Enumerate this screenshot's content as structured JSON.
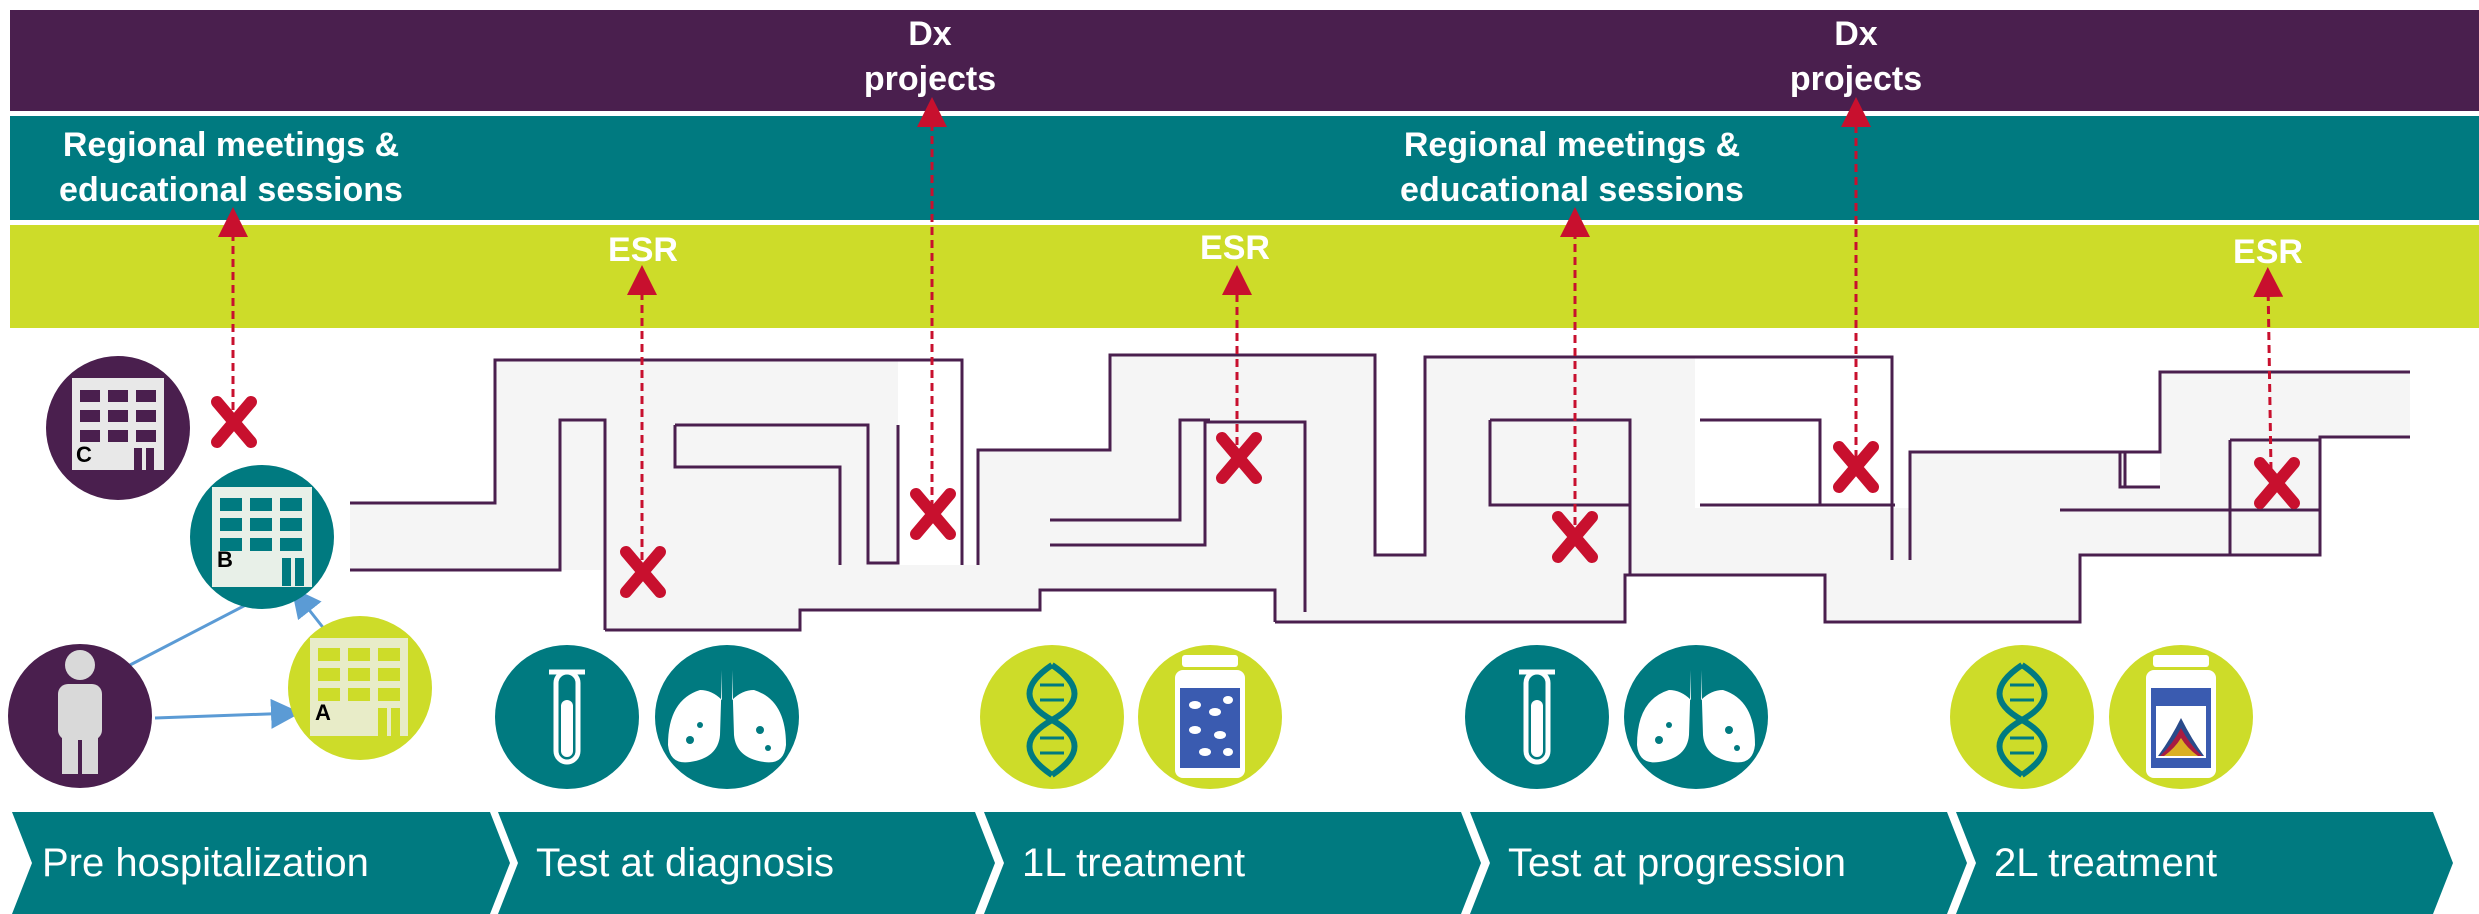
{
  "bands": {
    "dx_label_1": "Dx\nprojects",
    "dx_label_2": "Dx\nprojects",
    "regional_label_1": "Regional meetings &\neducational sessions",
    "regional_label_2": "Regional meetings &\neducational sessions",
    "esr_label_1": "ESR",
    "esr_label_2": "ESR",
    "esr_label_3": "ESR"
  },
  "hospitals": {
    "a": "A",
    "b": "B",
    "c": "C"
  },
  "stages": [
    {
      "label": "Pre hospitalization"
    },
    {
      "label": "Test at diagnosis"
    },
    {
      "label": "1L treatment"
    },
    {
      "label": "Test at progression"
    },
    {
      "label": "2L treatment"
    }
  ],
  "colors": {
    "purple": "#4a1f4e",
    "teal": "#007a80",
    "lime": "#cddc29",
    "red": "#c8102e",
    "arrow_blue": "#5b9bd5",
    "maze_fill": "#f5f5f5"
  },
  "icons": [
    "person-icon",
    "hospital-icon",
    "test-tube-icon",
    "lungs-icon",
    "dna-icon",
    "pill-bottle-icon"
  ]
}
